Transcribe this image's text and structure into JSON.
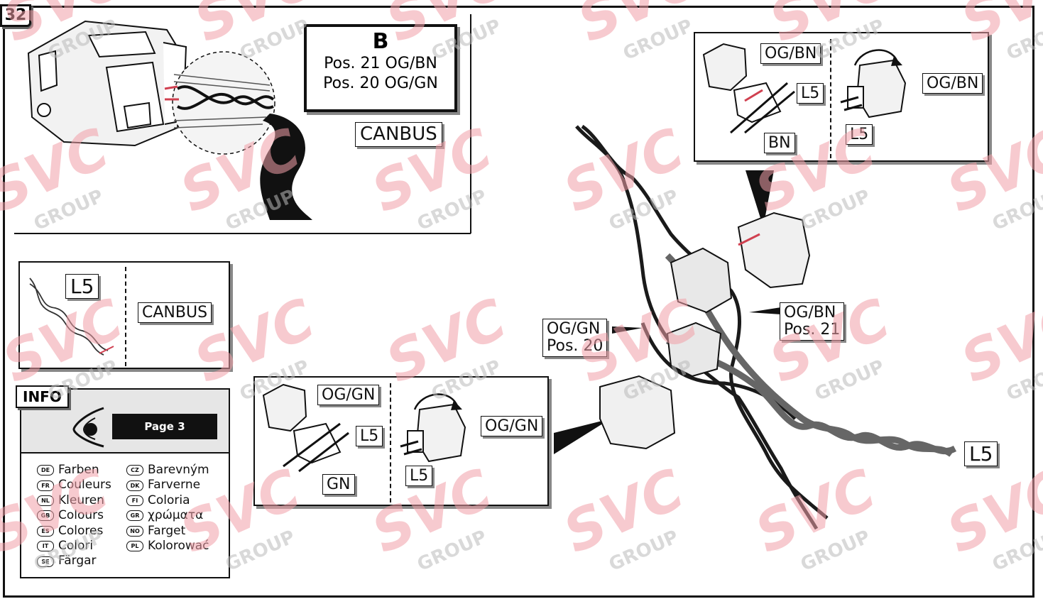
{
  "page_number": "32",
  "watermark": {
    "brand": "SVC",
    "sub": "GROUP",
    "color": "#f2a0a8"
  },
  "b_box": {
    "letter": "B",
    "lines": [
      "Pos. 21 OG/BN",
      "Pos. 20 OG/GN"
    ]
  },
  "canbus_label": "CANBUS",
  "legend": {
    "l5": "L5",
    "canbus": "CANBUS"
  },
  "top_right_panel": {
    "og_bn_1": "OG/BN",
    "l5_1": "L5",
    "bn": "BN",
    "og_bn_2": "OG/BN",
    "l5_2": "L5"
  },
  "bottom_panel": {
    "og_gn_1": "OG/GN",
    "l5_1": "L5",
    "gn": "GN",
    "og_gn_2": "OG/GN",
    "l5_2": "L5"
  },
  "wire_labels": {
    "og_gn": [
      "OG/GN",
      "Pos. 20"
    ],
    "og_bn": [
      "OG/BN",
      "Pos. 21"
    ],
    "l5": "L5"
  },
  "info": {
    "tag": "INFO",
    "page_button": "Page 3",
    "languages_left": [
      {
        "code": "DE",
        "word": "Farben"
      },
      {
        "code": "FR",
        "word": "Couleurs"
      },
      {
        "code": "NL",
        "word": "Kleuren"
      },
      {
        "code": "GB",
        "word": "Colours"
      },
      {
        "code": "ES",
        "word": "Colores"
      },
      {
        "code": "IT",
        "word": "Colori"
      },
      {
        "code": "SE",
        "word": "Färgar"
      }
    ],
    "languages_right": [
      {
        "code": "CZ",
        "word": "Barevným"
      },
      {
        "code": "DK",
        "word": "Farverne"
      },
      {
        "code": "FI",
        "word": "Coloria"
      },
      {
        "code": "GR",
        "word": "χρώματα"
      },
      {
        "code": "NO",
        "word": "Farget"
      },
      {
        "code": "PL",
        "word": "Kolorować"
      }
    ]
  }
}
